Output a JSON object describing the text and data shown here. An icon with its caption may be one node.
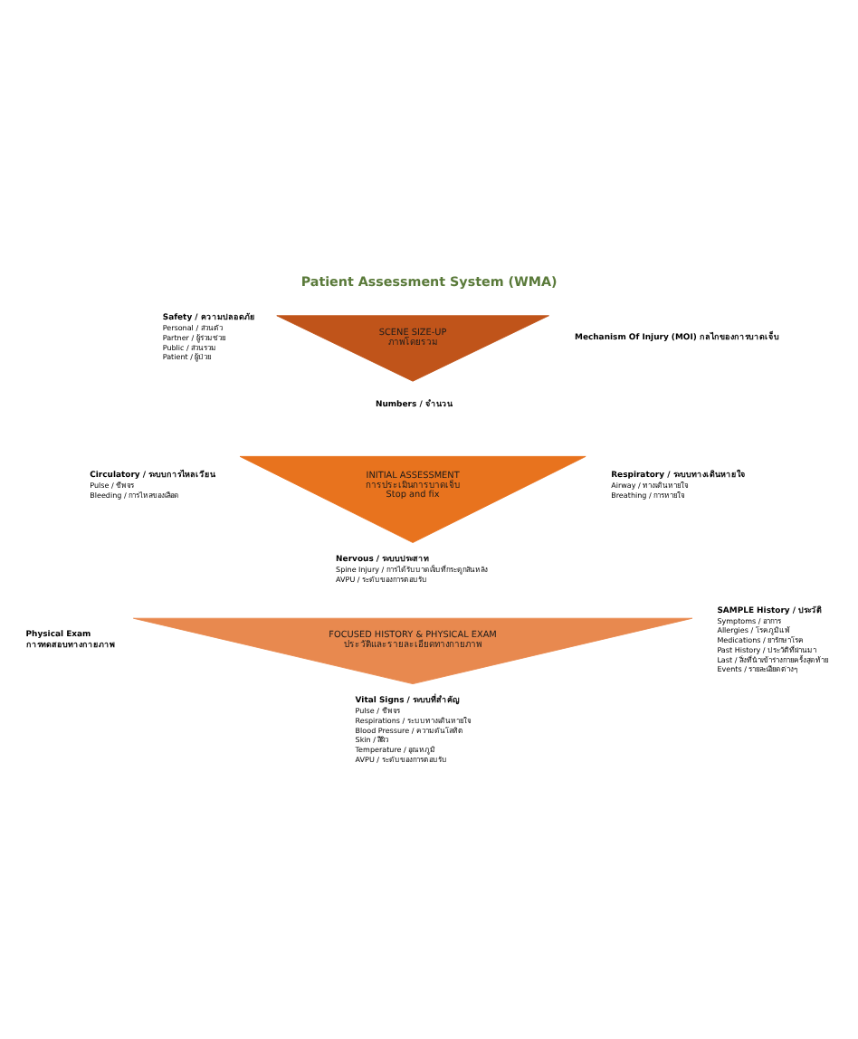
{
  "diagram": {
    "title": "Patient Assessment System (WMA)",
    "nodes": [
      {
        "text": [
          "SCENE SIZE-UP",
          "ภาพโดยรวม"
        ]
      },
      {
        "text": [
          "INITIAL ASSESSMENT",
          "การประเมินการบาดเจ็บ",
          "Stop and fix"
        ]
      },
      {
        "text": [
          "FOCUSED HISTORY & PHYSICAL EXAM",
          "ประวัติและรายละเอียดทางกายภาพ"
        ]
      }
    ],
    "edges": [],
    "labels": [
      "Safety / ความปลอดภัย",
      "Personal / ส่วนตัว",
      "Partner / ผู้ร่วมช่วย",
      "Public / ส่วนรวม",
      "Patient / ผู้ป่วย",
      "Mechanism Of Injury (MOI) กลไกของการบาดเจ็บ",
      "Numbers / จำนวน",
      "Circulatory / ระบบการไหลเวียน",
      "Pulse / ชีพจร",
      "Bleeding / การไหลของเลือด",
      "Respiratory / ระบบทางเดินหายใจ",
      "Airway / ทางเดินหายใจ",
      "Breathing / การหายใจ",
      "Nervous / ระบบประสาท",
      "Spine Injury / การได้รับบาดเจ็บที่กระดูกสันหลัง",
      "AVPU / ระดับของการตอบรับ",
      "Physical Exam",
      "การทดสอบทางกายภาพ",
      "SAMPLE History / ประวัติ",
      "Symptoms / อาการ",
      "Allergies / โรคภูมิแพ้",
      "Medications / ยารักษาโรค",
      "Past History / ประวัติที่ผ่านมา",
      "Last / สิ่งที่นำเข้าร่างกายครั้งสุดท้าย",
      "Events / รายละเอียดต่างๆ",
      "Vital Signs / ระบบที่สำคัญ",
      "Pulse / ชีพจร",
      "Respirations / ระบบทางเดินหายใจ",
      "Blood Pressure / ความดันโลหิต",
      "Skin / สีผิว",
      "Temperature / อุณหภูมิ",
      "AVPU / ระดับของการตอบรับ"
    ]
  }
}
